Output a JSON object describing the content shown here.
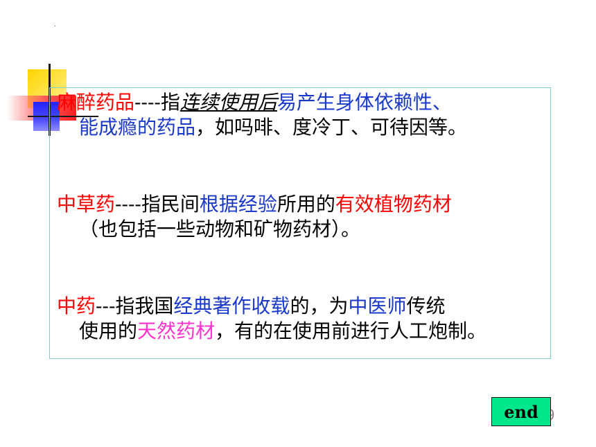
{
  "slide": {
    "dot_mark": ".",
    "page_number": "9",
    "end_label": "end"
  },
  "items": [
    {
      "term": "麻醉药品",
      "sep": "----",
      "l1_a": "指",
      "l1_b": "连续使用后",
      "l1_c": "易产生身体依赖性、",
      "l2_a": "能成瘾的药品",
      "l2_b": "，如吗啡、度冷丁、可待因等。"
    },
    {
      "term": "中草药",
      "sep": "----",
      "l1_a": "指民间",
      "l1_b": "根据经验",
      "l1_c": "所用的",
      "l1_d": "有效植物药材",
      "l2_a": "（也包括一些动物和矿物药材）。"
    },
    {
      "term": "中药",
      "sep": "---",
      "l1_a": "指我国",
      "l1_b": "经典著作收载",
      "l1_c": "的，为",
      "l1_d": "中医师",
      "l1_e": "传统",
      "l2_a": "使用的",
      "l2_b": "天然药材",
      "l2_c": "，有的在使用前进行人工炮制。"
    }
  ]
}
